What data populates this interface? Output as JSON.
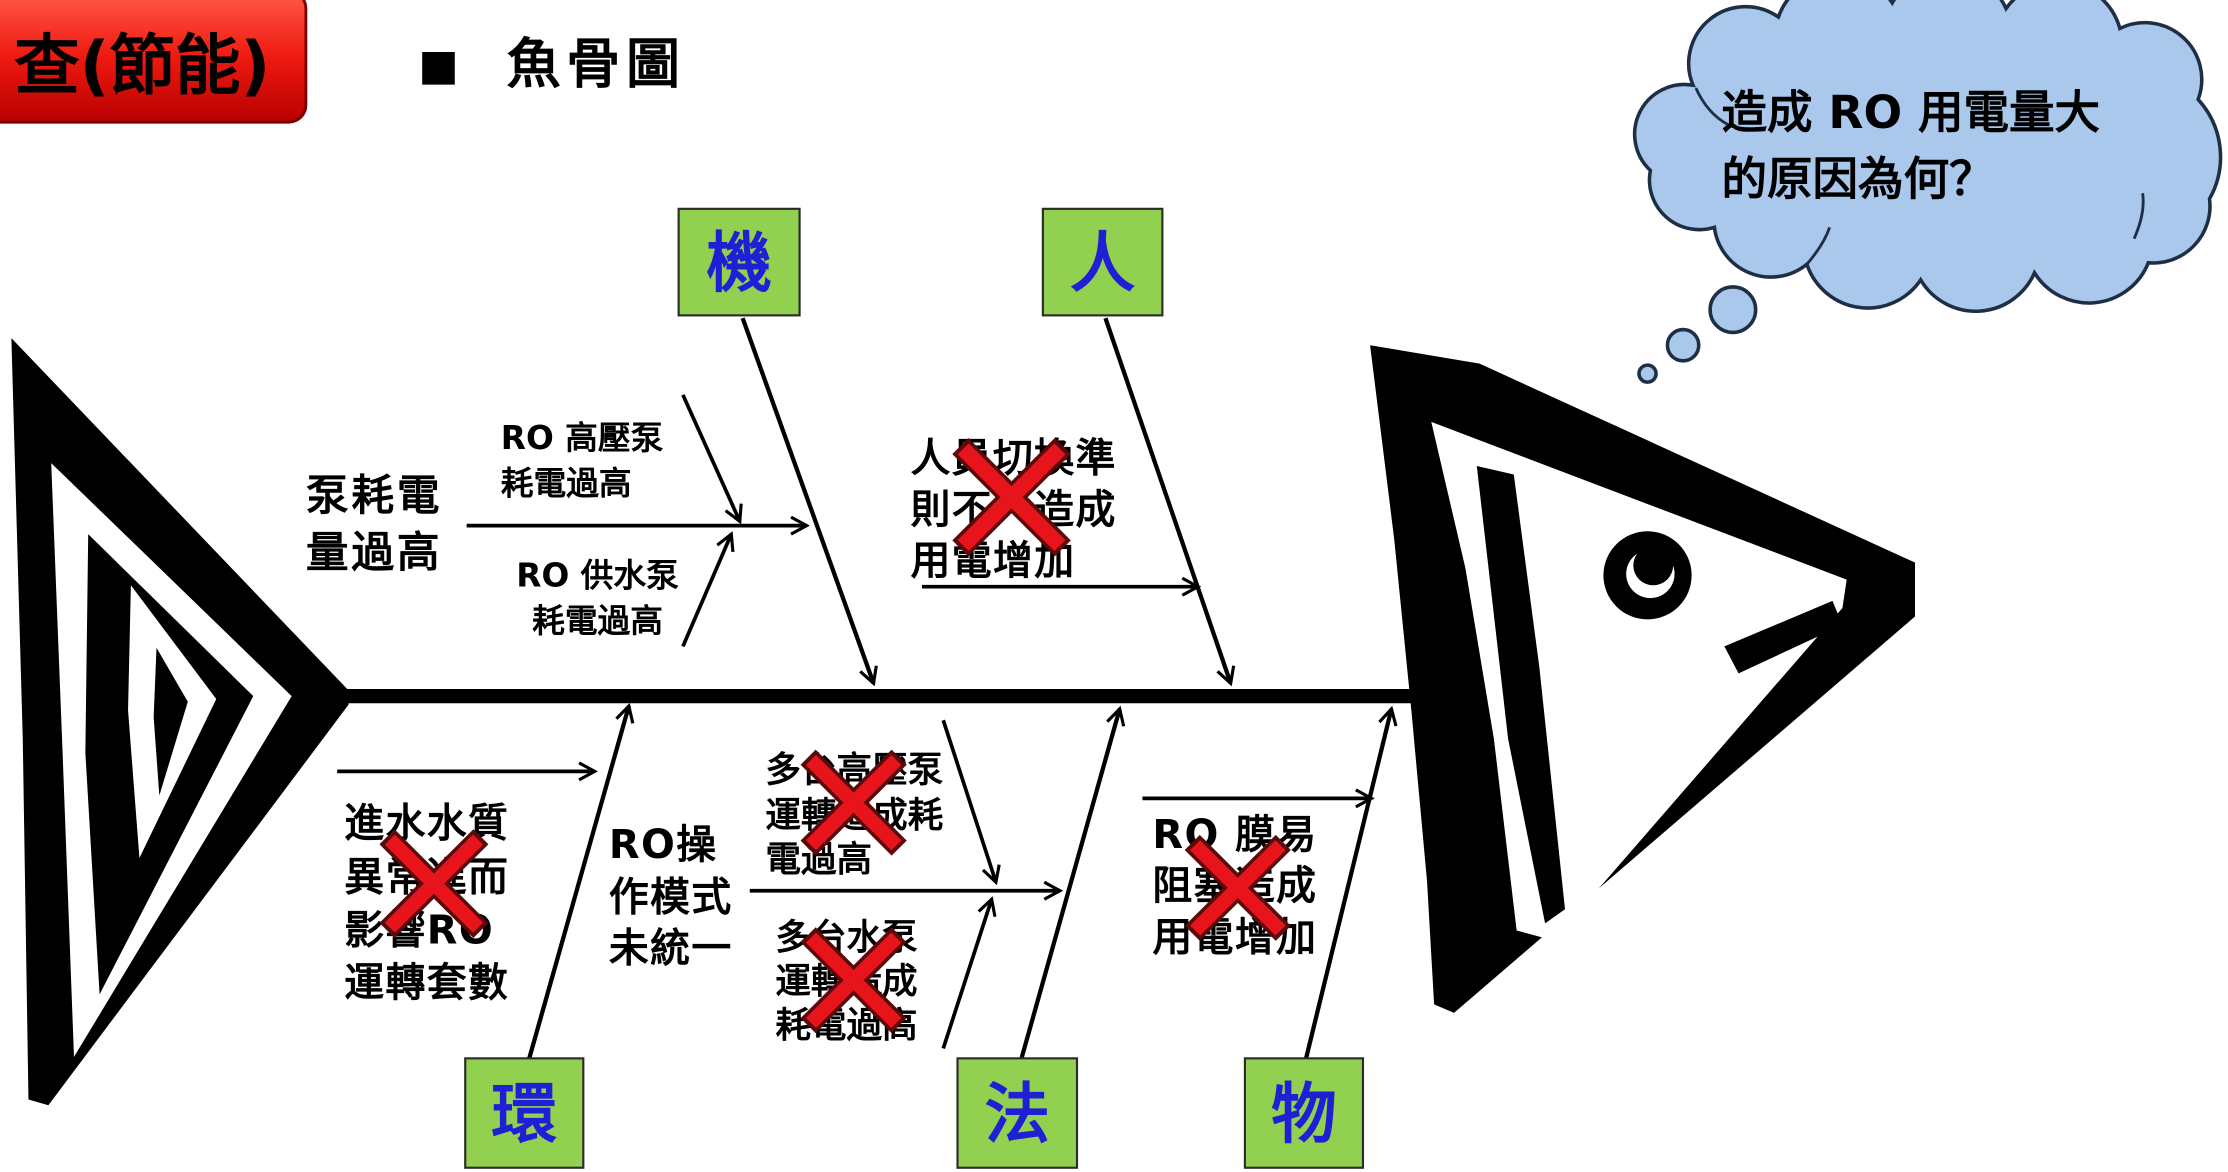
{
  "header": {
    "badge": "查(節能)",
    "bullet": "■",
    "title": "魚骨圖"
  },
  "question_cloud": {
    "lines": [
      "造成 RO 用電量大",
      "的原因為何？"
    ]
  },
  "categories": {
    "machine": "機",
    "people": "人",
    "environment": "環",
    "method": "法",
    "material": "物"
  },
  "causes": {
    "pump_power": {
      "category": "機",
      "lines": [
        "泵耗電",
        "量過高"
      ]
    },
    "ro_high_pressure_pump": {
      "category": "機",
      "lines": [
        "RO 高壓泵",
        "耗電過高"
      ]
    },
    "ro_feed_pump": {
      "category": "機",
      "lines": [
        "RO 供水泵",
        "耗電過高"
      ]
    },
    "staff_switching": {
      "category": "人",
      "crossed": true,
      "lines": [
        "人員切換準",
        "則不一造成",
        "用電增加"
      ]
    },
    "feed_water_quality": {
      "category": "環",
      "crossed": true,
      "lines": [
        "進水水質",
        "異常進而",
        "影響RO",
        "運轉套數"
      ]
    },
    "ro_operation_mode": {
      "category": "法",
      "lines": [
        "RO操",
        "作模式",
        "未統一"
      ]
    },
    "multi_high_pressure_pumps": {
      "category": "法",
      "crossed": true,
      "lines": [
        "多台高壓泵",
        "運轉造成耗",
        "電過高"
      ]
    },
    "multi_water_pumps": {
      "category": "法",
      "crossed": true,
      "lines": [
        "多台水泵",
        "運轉造成",
        "耗電過高"
      ]
    },
    "ro_membrane_clog": {
      "category": "物",
      "crossed": true,
      "lines": [
        "RO 膜易",
        "阻塞造成",
        "用電增加"
      ]
    }
  },
  "colors": {
    "badge_top": "#ff5a48",
    "badge_mid": "#ee1a10",
    "badge_bottom": "#b80000",
    "badge_border": "#7a0000",
    "category_fill": "#92d050",
    "category_border": "#2b2b2b",
    "category_text": "#1f1fd6",
    "cloud_fill": "#a9c8ec",
    "cloud_stroke": "#1e2f45",
    "cross": "#e8141c",
    "cross_outline": "#5a0a0a",
    "ink": "#000000"
  }
}
